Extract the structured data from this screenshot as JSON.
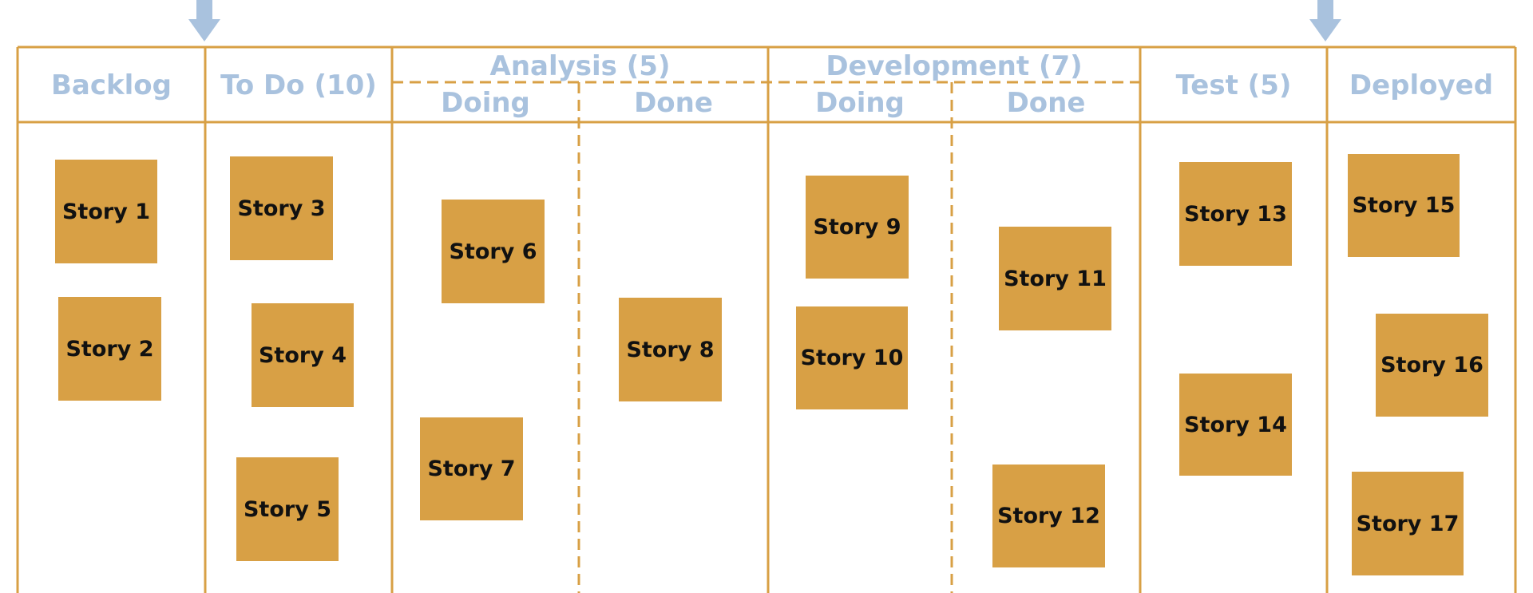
{
  "colors": {
    "border": "#d8a045",
    "header_text": "#a9c2de",
    "arrow": "#a9c2de",
    "card": "#d8a045",
    "card_text": "#111111"
  },
  "columns": [
    {
      "label": "Backlog"
    },
    {
      "label": "To Do (10)"
    },
    {
      "label": "Analysis (5)",
      "subcolumns": [
        "Doing",
        "Done"
      ]
    },
    {
      "label": "Development (7)",
      "subcolumns": [
        "Doing",
        "Done"
      ]
    },
    {
      "label": "Test (5)"
    },
    {
      "label": "Deployed"
    }
  ],
  "cards": [
    "Story 1",
    "Story 2",
    "Story 3",
    "Story 4",
    "Story 5",
    "Story 6",
    "Story 7",
    "Story 8",
    "Story 9",
    "Story 10",
    "Story 11",
    "Story 12",
    "Story 13",
    "Story 14",
    "Story 15",
    "Story 16",
    "Story 17"
  ],
  "arrows": [
    {
      "icon": "down-arrow-icon"
    },
    {
      "icon": "down-arrow-icon"
    }
  ]
}
